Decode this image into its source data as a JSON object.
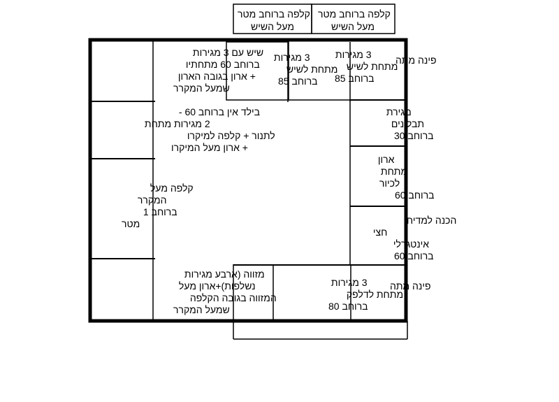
{
  "labels": {
    "top_cabinet_right": [
      "קלפה ברוחב מטר",
      "מעל השיש"
    ],
    "top_cabinet_left": [
      "קלפה ברוחב מטר",
      "מעל השיש"
    ],
    "corner_top": [
      "פינה מתה"
    ],
    "drawers_sink_right": [
      "3 מגירות",
      "מתחת לשיש",
      "ברוחב 85"
    ],
    "drawers_sink_left": [
      "3 מגירות",
      "מתחת לשיש",
      "ברוחב 85"
    ],
    "counter_left_top": [
      "שיש עם 3 מגירות",
      "ברוחב 60 מתחתיו",
      "+ ארון בגובה הארון",
      "שמעל המקרר"
    ],
    "spice_drawer": [
      "מגירת",
      "תבלינים",
      "ברוחב 30"
    ],
    "builtin_oven": [
      "בילד אין ברוחב 60 -",
      "2 מגירות מתחת",
      "לתנור + קלפה למיקרו",
      "+ ארון מעל המיקרו"
    ],
    "sink_cabinet": [
      "ארון",
      "מתחת",
      "לכיור",
      "ברוחב 60"
    ],
    "fridge_top": [
      "קלפה מעל",
      "המקרר",
      "ברוחב 1",
      "מטר"
    ],
    "dishwasher_prep": [
      "הכנה למדיח",
      "חצי",
      "אינטגרלי",
      "ברוחב 60"
    ],
    "pantry": [
      "מזווה (ארבע מגירות",
      "נשלפות)+ארון מעל",
      "המזווה בגובה הקלפה",
      "שמעל המקרר"
    ],
    "drawers_bin": [
      "3 מגירות",
      "מתחת לדלפק",
      "ברוחב 80"
    ],
    "corner_bottom": [
      "פינה מתה"
    ]
  }
}
